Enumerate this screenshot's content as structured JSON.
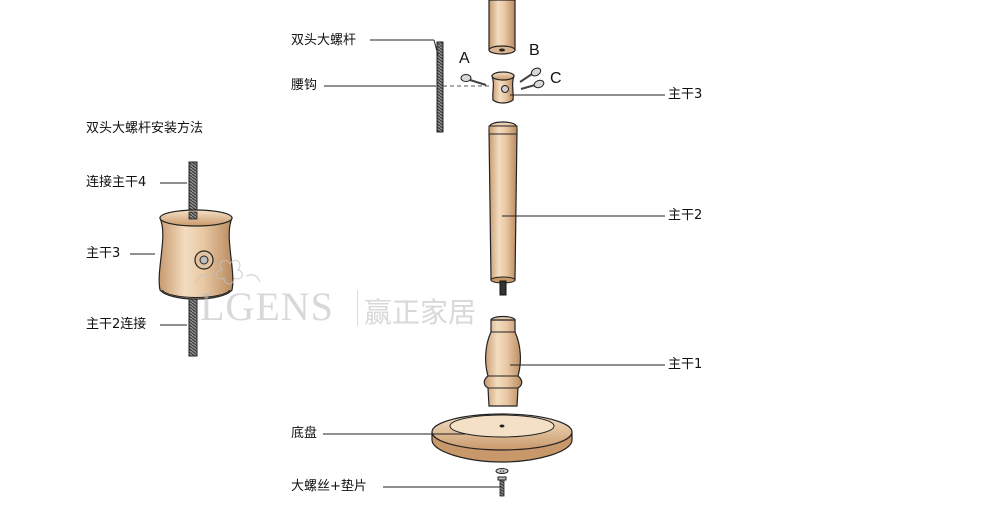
{
  "section_title": "双头大螺杆安装方法",
  "detail_labels": {
    "top": "连接主干4",
    "middle": "主干3",
    "bottom": "主干2连接"
  },
  "assembly_labels": {
    "double_screw": "双头大螺杆",
    "waist_hook": "腰钩",
    "trunk3": "主干3",
    "trunk2": "主干2",
    "trunk1": "主干1",
    "base": "底盘",
    "screw_washer": "大螺丝+垫片"
  },
  "pin_labels": {
    "a": "A",
    "b": "B",
    "c": "C"
  },
  "watermark": {
    "brand": "LGENS",
    "chinese": "赢正家居"
  }
}
